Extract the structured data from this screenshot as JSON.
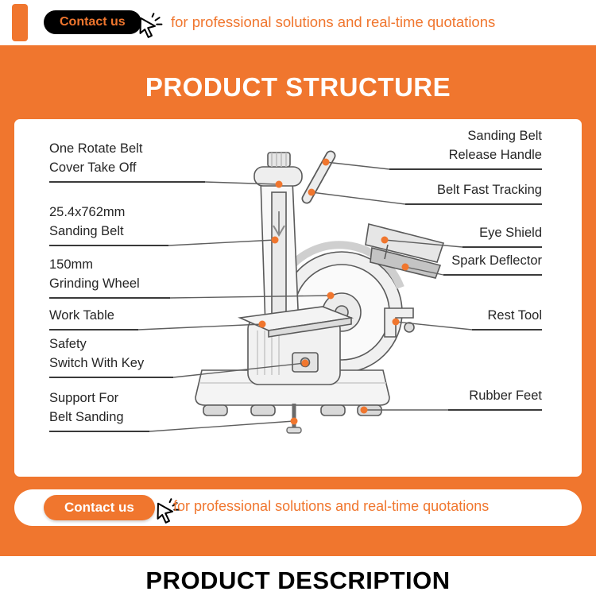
{
  "colors": {
    "orange": "#F0762E",
    "text_dark": "#262626",
    "black": "#000000"
  },
  "top_bar": {
    "contact_label": "Contact us",
    "tagline": "for professional solutions and real-time quotations"
  },
  "structure_section": {
    "title": "PRODUCT STRUCTURE"
  },
  "diagram": {
    "left_labels": [
      {
        "text": "One Rotate Belt\nCover Take Off"
      },
      {
        "text": "25.4x762mm\nSanding Belt"
      },
      {
        "text": "150mm\nGrinding Wheel"
      },
      {
        "text": "Work Table"
      },
      {
        "text": "Safety\nSwitch With Key"
      },
      {
        "text": "Support For\nBelt Sanding"
      }
    ],
    "right_labels": [
      {
        "text": "Sanding Belt\nRelease Handle"
      },
      {
        "text": "Belt Fast Tracking"
      },
      {
        "text": "Eye Shield"
      },
      {
        "text": "Spark Deflector"
      },
      {
        "text": "Rest Tool"
      },
      {
        "text": "Rubber Feet"
      }
    ]
  },
  "bottom_bar": {
    "contact_label": "Contact us",
    "tagline": "for professional solutions and real-time quotations"
  },
  "description_section": {
    "title": "PRODUCT DESCRIPTION"
  }
}
